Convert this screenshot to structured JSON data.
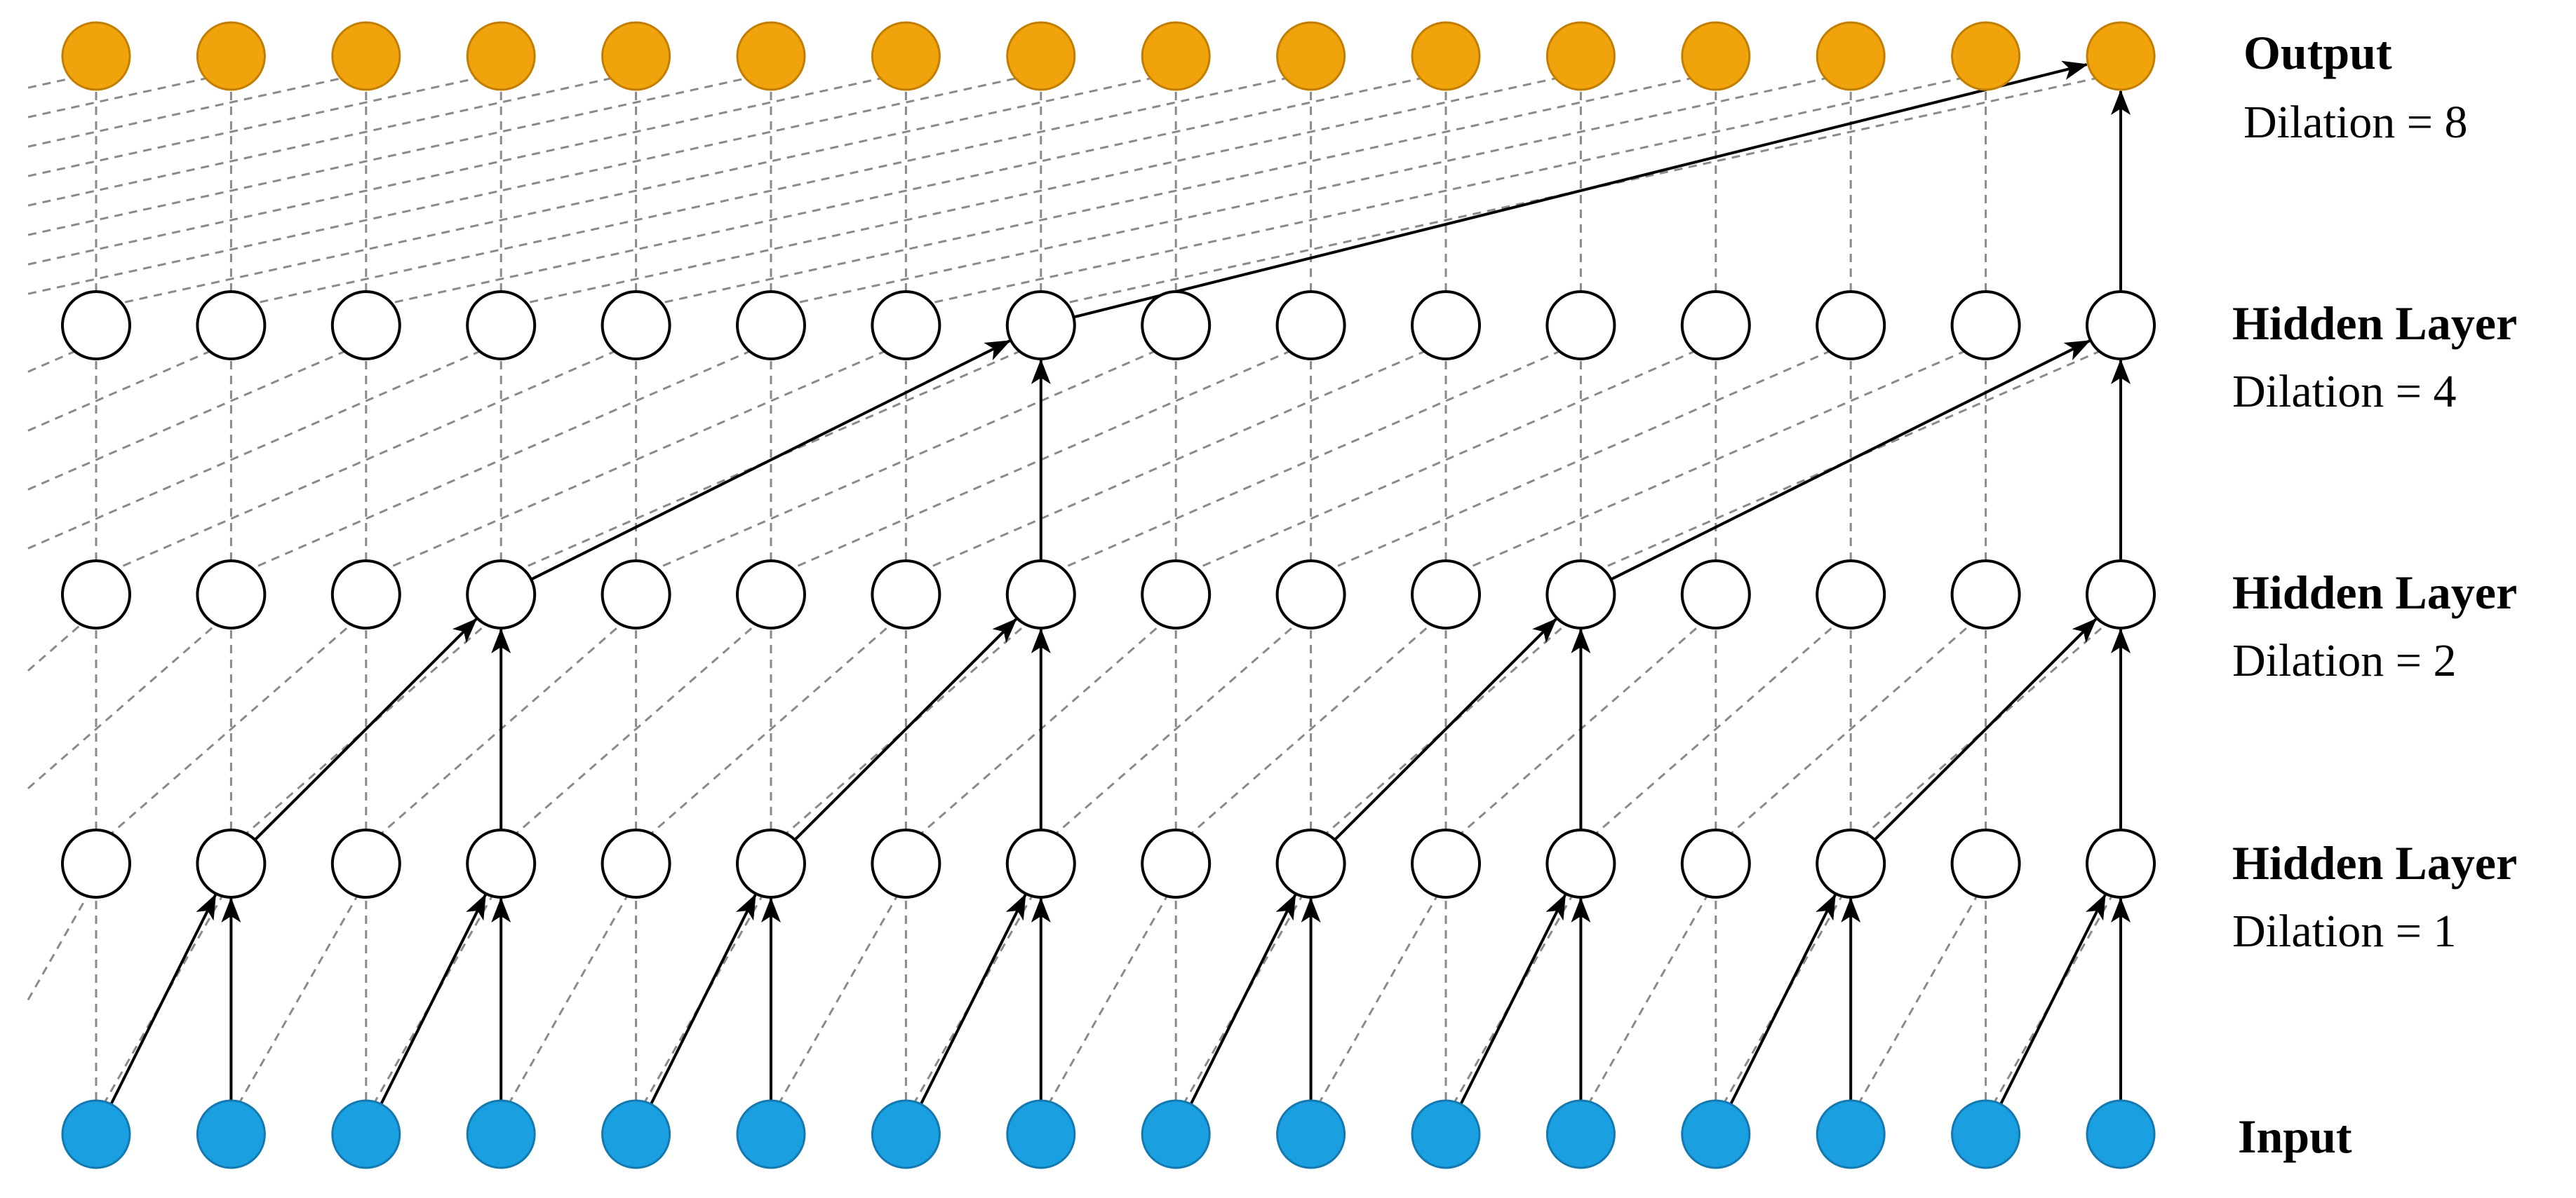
{
  "diagram": {
    "node_count_per_layer": 16,
    "colors": {
      "input_fill": "#1a9fe0",
      "input_stroke": "#1479b0",
      "output_fill": "#f0a30a",
      "output_stroke": "#c27e00",
      "hidden_fill": "#ffffff",
      "hidden_stroke": "#000000",
      "solid_edge": "#000000",
      "dashed_edge": "#8a8a8a"
    },
    "layers": [
      {
        "id": "output",
        "kind": "output",
        "dilation": 8,
        "title": "Output",
        "subtitle": "Dilation = 8"
      },
      {
        "id": "hidden3",
        "kind": "hidden",
        "dilation": 4,
        "title": "Hidden Layer",
        "subtitle": "Dilation = 4"
      },
      {
        "id": "hidden2",
        "kind": "hidden",
        "dilation": 2,
        "title": "Hidden Layer",
        "subtitle": "Dilation = 2"
      },
      {
        "id": "hidden1",
        "kind": "hidden",
        "dilation": 1,
        "title": "Hidden Layer",
        "subtitle": "Dilation = 1"
      },
      {
        "id": "input",
        "kind": "input",
        "dilation": null,
        "title": "Input",
        "subtitle": ""
      }
    ]
  }
}
